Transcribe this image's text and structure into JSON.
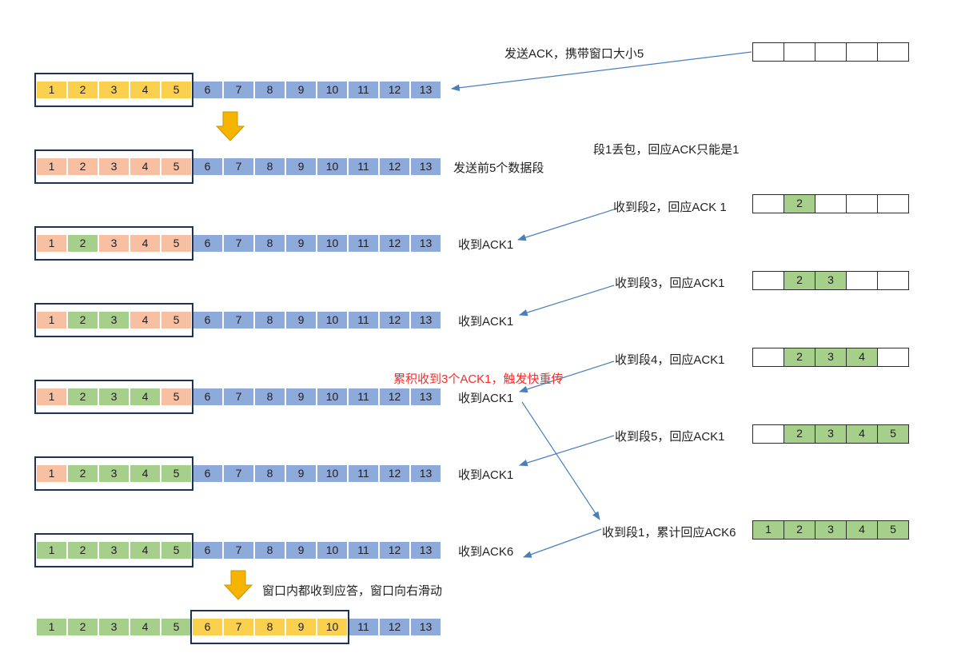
{
  "colors": {
    "window_yellow": "#fcd04f",
    "sent_peach": "#f7c0a3",
    "acked_green": "#a6cf8b",
    "pending_blue": "#8eaadb",
    "window_border": "#1f3154",
    "arrow": "#4a7ebb",
    "down_arrow": "#f5b400",
    "highlight_text": "#ff2a2a"
  },
  "sender_rows": [
    {
      "cells": [
        "1",
        "2",
        "3",
        "4",
        "5",
        "6",
        "7",
        "8",
        "9",
        "10",
        "11",
        "12",
        "13"
      ],
      "colors": [
        "yellow",
        "yellow",
        "yellow",
        "yellow",
        "yellow",
        "blue",
        "blue",
        "blue",
        "blue",
        "blue",
        "blue",
        "blue",
        "blue"
      ],
      "window_start": 0,
      "window_size": 5,
      "right_label": ""
    },
    {
      "cells": [
        "1",
        "2",
        "3",
        "4",
        "5",
        "6",
        "7",
        "8",
        "9",
        "10",
        "11",
        "12",
        "13"
      ],
      "colors": [
        "peach",
        "peach",
        "peach",
        "peach",
        "peach",
        "blue",
        "blue",
        "blue",
        "blue",
        "blue",
        "blue",
        "blue",
        "blue"
      ],
      "window_start": 0,
      "window_size": 5,
      "right_label": "发送前5个数据段"
    },
    {
      "cells": [
        "1",
        "2",
        "3",
        "4",
        "5",
        "6",
        "7",
        "8",
        "9",
        "10",
        "11",
        "12",
        "13"
      ],
      "colors": [
        "peach",
        "green",
        "peach",
        "peach",
        "peach",
        "blue",
        "blue",
        "blue",
        "blue",
        "blue",
        "blue",
        "blue",
        "blue"
      ],
      "window_start": 0,
      "window_size": 5,
      "right_label": "收到ACK1"
    },
    {
      "cells": [
        "1",
        "2",
        "3",
        "4",
        "5",
        "6",
        "7",
        "8",
        "9",
        "10",
        "11",
        "12",
        "13"
      ],
      "colors": [
        "peach",
        "green",
        "green",
        "peach",
        "peach",
        "blue",
        "blue",
        "blue",
        "blue",
        "blue",
        "blue",
        "blue",
        "blue"
      ],
      "window_start": 0,
      "window_size": 5,
      "right_label": "收到ACK1"
    },
    {
      "cells": [
        "1",
        "2",
        "3",
        "4",
        "5",
        "6",
        "7",
        "8",
        "9",
        "10",
        "11",
        "12",
        "13"
      ],
      "colors": [
        "peach",
        "green",
        "green",
        "green",
        "peach",
        "blue",
        "blue",
        "blue",
        "blue",
        "blue",
        "blue",
        "blue",
        "blue"
      ],
      "window_start": 0,
      "window_size": 5,
      "right_label": "收到ACK1"
    },
    {
      "cells": [
        "1",
        "2",
        "3",
        "4",
        "5",
        "6",
        "7",
        "8",
        "9",
        "10",
        "11",
        "12",
        "13"
      ],
      "colors": [
        "peach",
        "green",
        "green",
        "green",
        "green",
        "blue",
        "blue",
        "blue",
        "blue",
        "blue",
        "blue",
        "blue",
        "blue"
      ],
      "window_start": 0,
      "window_size": 5,
      "right_label": "收到ACK1"
    },
    {
      "cells": [
        "1",
        "2",
        "3",
        "4",
        "5",
        "6",
        "7",
        "8",
        "9",
        "10",
        "11",
        "12",
        "13"
      ],
      "colors": [
        "green",
        "green",
        "green",
        "green",
        "green",
        "blue",
        "blue",
        "blue",
        "blue",
        "blue",
        "blue",
        "blue",
        "blue"
      ],
      "window_start": 0,
      "window_size": 5,
      "right_label": "收到ACK6"
    },
    {
      "cells": [
        "1",
        "2",
        "3",
        "4",
        "5",
        "6",
        "7",
        "8",
        "9",
        "10",
        "11",
        "12",
        "13"
      ],
      "colors": [
        "green",
        "green",
        "green",
        "green",
        "green",
        "yellow",
        "yellow",
        "yellow",
        "yellow",
        "yellow",
        "blue",
        "blue",
        "blue"
      ],
      "window_start": 5,
      "window_size": 5,
      "right_label": ""
    }
  ],
  "receiver_rows": [
    {
      "cells": [
        "",
        "",
        "",
        "",
        ""
      ],
      "colors": [
        "white",
        "white",
        "white",
        "white",
        "white"
      ],
      "label": "发送ACK，携带窗口大小5"
    },
    {
      "cells": [
        "",
        "2",
        "",
        "",
        ""
      ],
      "colors": [
        "white",
        "green",
        "white",
        "white",
        "white"
      ],
      "label": "收到段2，回应ACK 1"
    },
    {
      "cells": [
        "",
        "2",
        "3",
        "",
        ""
      ],
      "colors": [
        "white",
        "green",
        "green",
        "white",
        "white"
      ],
      "label": "收到段3，回应ACK1"
    },
    {
      "cells": [
        "",
        "2",
        "3",
        "4",
        ""
      ],
      "colors": [
        "white",
        "green",
        "green",
        "green",
        "white"
      ],
      "label": "收到段4，回应ACK1"
    },
    {
      "cells": [
        "",
        "2",
        "3",
        "4",
        "5"
      ],
      "colors": [
        "white",
        "green",
        "green",
        "green",
        "green"
      ],
      "label": "收到段5，回应ACK1"
    },
    {
      "cells": [
        "1",
        "2",
        "3",
        "4",
        "5"
      ],
      "colors": [
        "green",
        "green",
        "green",
        "green",
        "green"
      ],
      "label": "收到段1，累计回应ACK6"
    }
  ],
  "notes": {
    "loss_note": "段1丢包，回应ACK只能是1",
    "fast_retransmit": "累积收到3个ACK1，触发快重传",
    "slide_note": "窗口内都收到应答，窗口向右滑动"
  }
}
